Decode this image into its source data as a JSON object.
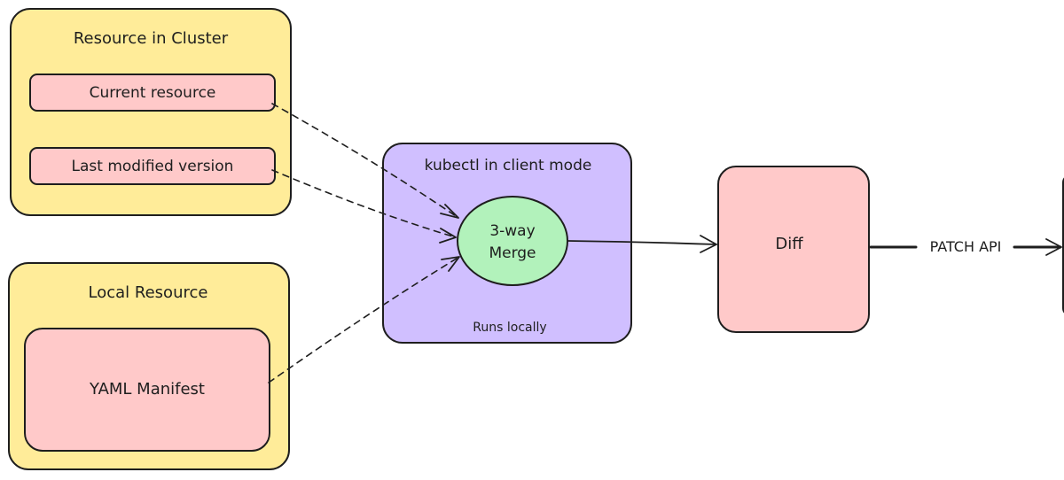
{
  "colors": {
    "cluster_fill": "#ffec99",
    "resource_fill": "#ffc9c9",
    "kubectl_fill": "#d0bfff",
    "merge_fill": "#b2f2bb",
    "stroke": "#1e1e1e"
  },
  "cluster_group": {
    "title": "Resource in Cluster",
    "current_resource": "Current resource",
    "last_modified": "Last modified version"
  },
  "local_group": {
    "title": "Local Resource",
    "manifest": "YAML Manifest"
  },
  "kubectl": {
    "title": "kubectl in client mode",
    "merge_line1": "3-way",
    "merge_line2": "Merge",
    "footer": "Runs locally"
  },
  "diff": {
    "label": "Diff"
  },
  "patch_arrow": {
    "label": "PATCH API"
  }
}
